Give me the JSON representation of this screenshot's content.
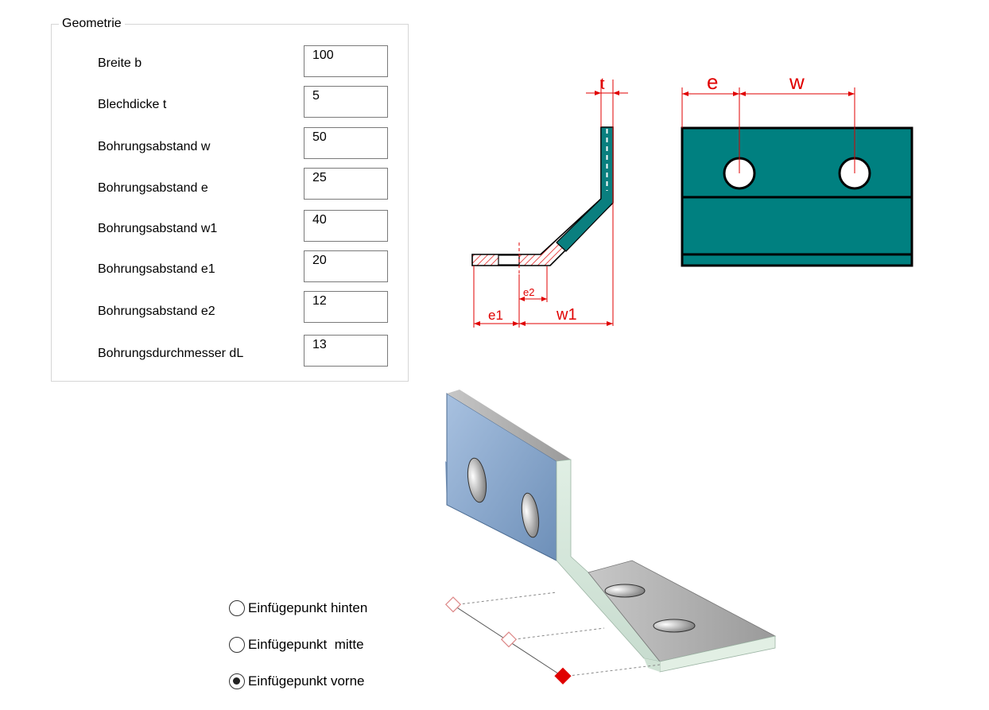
{
  "geometry": {
    "title": "Geometrie",
    "params": [
      {
        "label": "Breite b",
        "value": "100"
      },
      {
        "label": "Blechdicke t",
        "value": "5"
      },
      {
        "label": "Bohrungsabstand w",
        "value": "50"
      },
      {
        "label": "Bohrungsabstand e",
        "value": "25"
      },
      {
        "label": "Bohrungsabstand w1",
        "value": "40"
      },
      {
        "label": "Bohrungsabstand e1",
        "value": "20"
      },
      {
        "label": "Bohrungsabstand e2",
        "value": "12"
      },
      {
        "label": "Bohrungsdurchmesser dL",
        "value": "13"
      }
    ]
  },
  "side_view": {
    "dim_t": "t",
    "dim_e1": "e1",
    "dim_e2": "e2",
    "dim_w1": "w1"
  },
  "front_view": {
    "dim_e": "e",
    "dim_w": "w"
  },
  "insertion": {
    "options": [
      {
        "label": "Einfügepunkt hinten",
        "checked": false
      },
      {
        "label": "Einfügepunkt  mitte",
        "checked": false
      },
      {
        "label": "Einfügepunkt vorne",
        "checked": true
      }
    ]
  },
  "colors": {
    "dimension": "#e00000",
    "plate_fill": "#008080",
    "section_fill": "#00807f",
    "part_face": "#9fb8d8",
    "part_edge": "#d6e8d8",
    "insert_marker": "#e00000"
  }
}
